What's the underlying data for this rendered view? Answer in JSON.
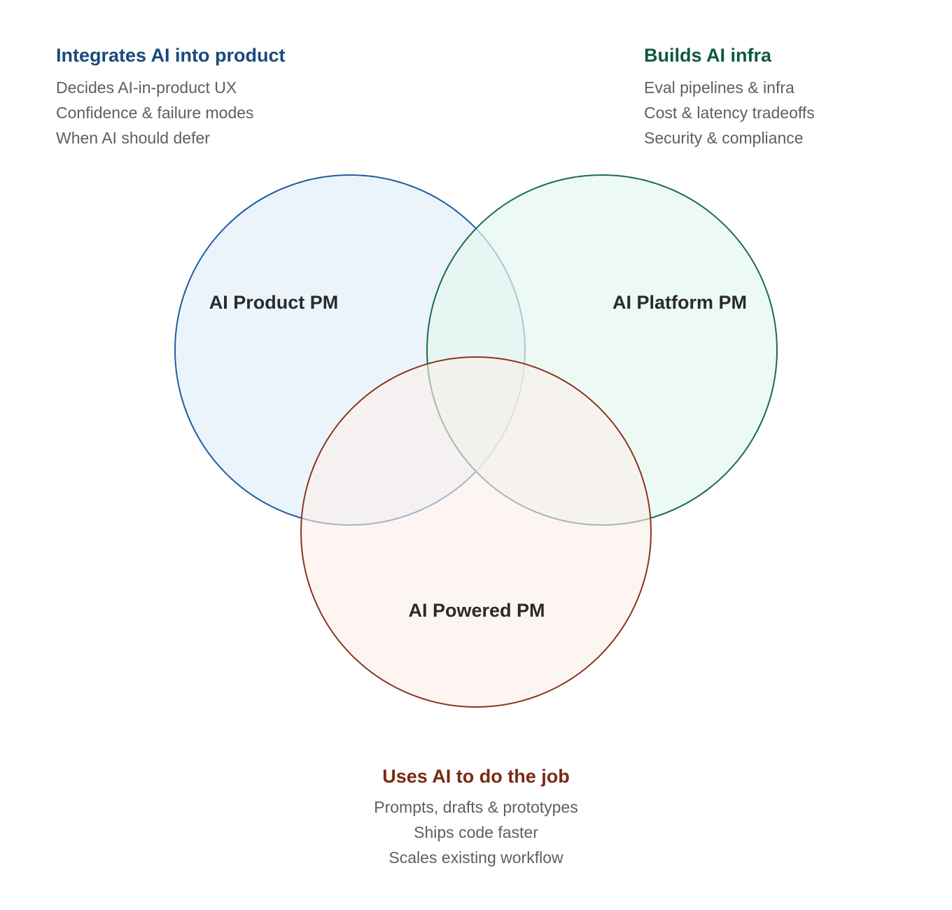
{
  "colors": {
    "product_stroke": "#1f5d9c",
    "product_fill": "#eaf3fb",
    "platform_stroke": "#1a6b52",
    "platform_fill": "#e6f6f0",
    "powered_stroke": "#8a3520",
    "powered_fill": "#fbeeea",
    "product_title": "#1a4a7a",
    "platform_title": "#0d5a44",
    "powered_title": "#7a2a12",
    "body_text": "#5f5f5f"
  },
  "circles": {
    "product": {
      "label": "AI Product PM"
    },
    "platform": {
      "label": "AI Platform PM"
    },
    "powered": {
      "label": "AI Powered PM"
    }
  },
  "annotations": {
    "product": {
      "title": "Integrates AI into product",
      "items": [
        "Decides AI-in-product UX",
        "Confidence & failure modes",
        "When AI should defer"
      ]
    },
    "platform": {
      "title": "Builds AI infra",
      "items": [
        "Eval pipelines & infra",
        "Cost & latency tradeoffs",
        "Security & compliance"
      ]
    },
    "powered": {
      "title": "Uses AI to do the job",
      "items": [
        "Prompts, drafts & prototypes",
        "Ships code faster",
        "Scales existing workflow"
      ]
    }
  }
}
